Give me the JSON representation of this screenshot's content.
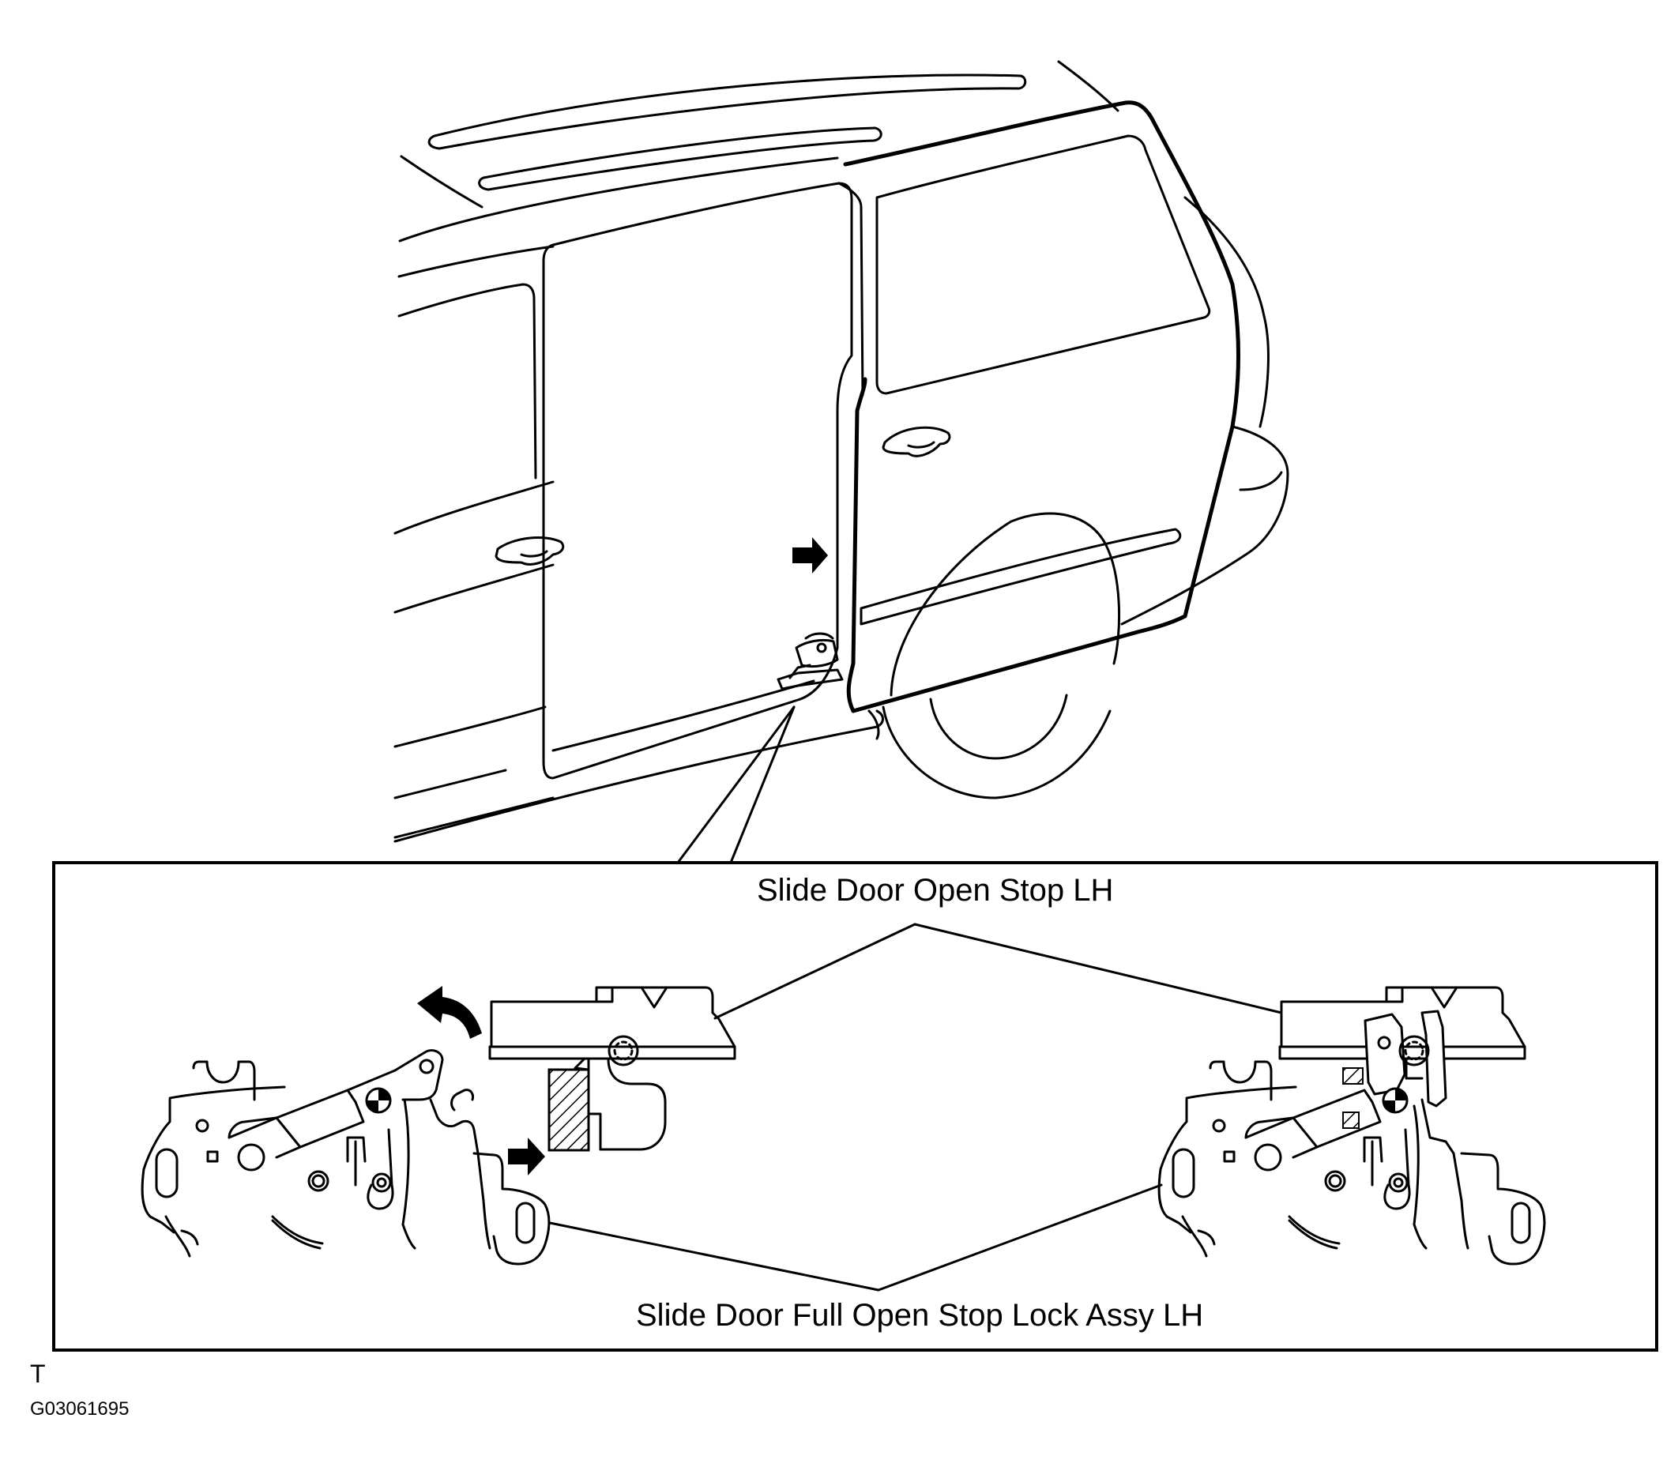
{
  "labels": {
    "open_stop": "Slide Door Open Stop LH",
    "lock_assy": "Slide Door Full Open Stop Lock Assy LH",
    "corner_mark": "T",
    "figure_code": "G03061695"
  },
  "colors": {
    "line": "#000000",
    "background": "#ffffff"
  }
}
